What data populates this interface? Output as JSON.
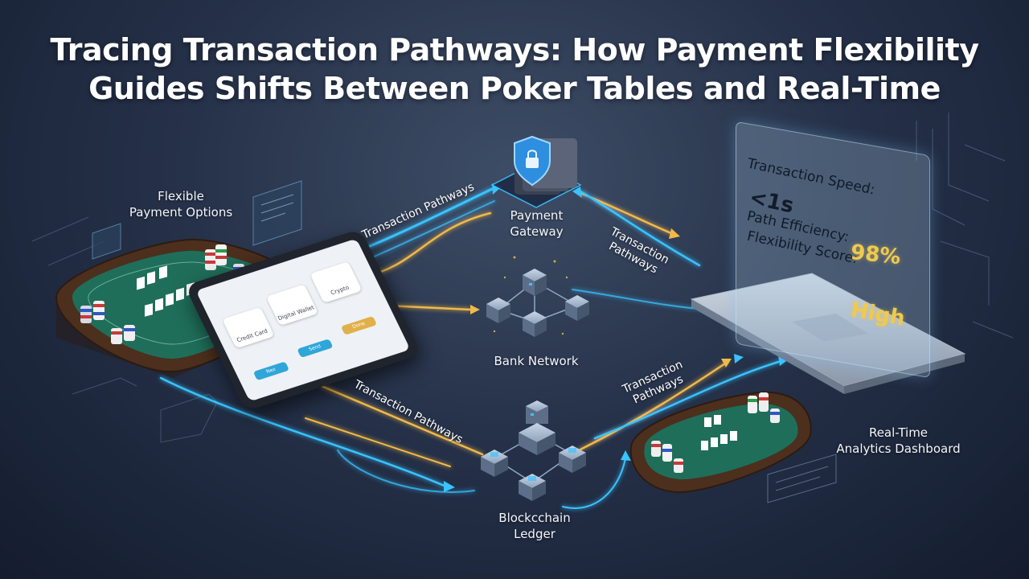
{
  "title": {
    "line1": "Tracing Transaction Pathways: How Payment Flexibility",
    "line2": "Guides Shifts Between Poker Tables and Real-Time"
  },
  "nodes": {
    "flexible_payment": {
      "line1": "Flexible",
      "line2": "Payment Options"
    },
    "payment_gateway": {
      "line1": "Payment",
      "line2": "Gateway"
    },
    "bank_network": {
      "label": "Bank Network"
    },
    "blockchain_ledger": {
      "line1": "Blockcchain",
      "line2": "Ledger"
    },
    "analytics_dashboard": {
      "line1": "Real-Time",
      "line2": "Analytics Dashboard"
    }
  },
  "pathway_labels": {
    "top_left": "Transaction Pathways",
    "right_top": {
      "line1": "Transaction",
      "line2": "Pathways"
    },
    "bottom_left": "Transaction Pathways",
    "bottom_right": {
      "line1": "Transaction",
      "line2": "Pathways"
    }
  },
  "tablet": {
    "options": [
      "Credit Card",
      "Digital Wallet",
      "Crypto"
    ],
    "buttons": [
      "Nex",
      "Send",
      "Done"
    ]
  },
  "dashboard": {
    "metrics": {
      "speed_label": "Transaction Speed:",
      "speed_value": "<1s",
      "efficiency_label": "Path Efficiency:",
      "efficiency_value": "98%",
      "flexibility_label": "Flexibility Score:",
      "flexibility_value": "High"
    }
  },
  "colors": {
    "path_blue": "#39c3ff",
    "path_gold": "#f0b94a",
    "felt": "#1f6e5a",
    "table_rim": "#5a3b24"
  }
}
